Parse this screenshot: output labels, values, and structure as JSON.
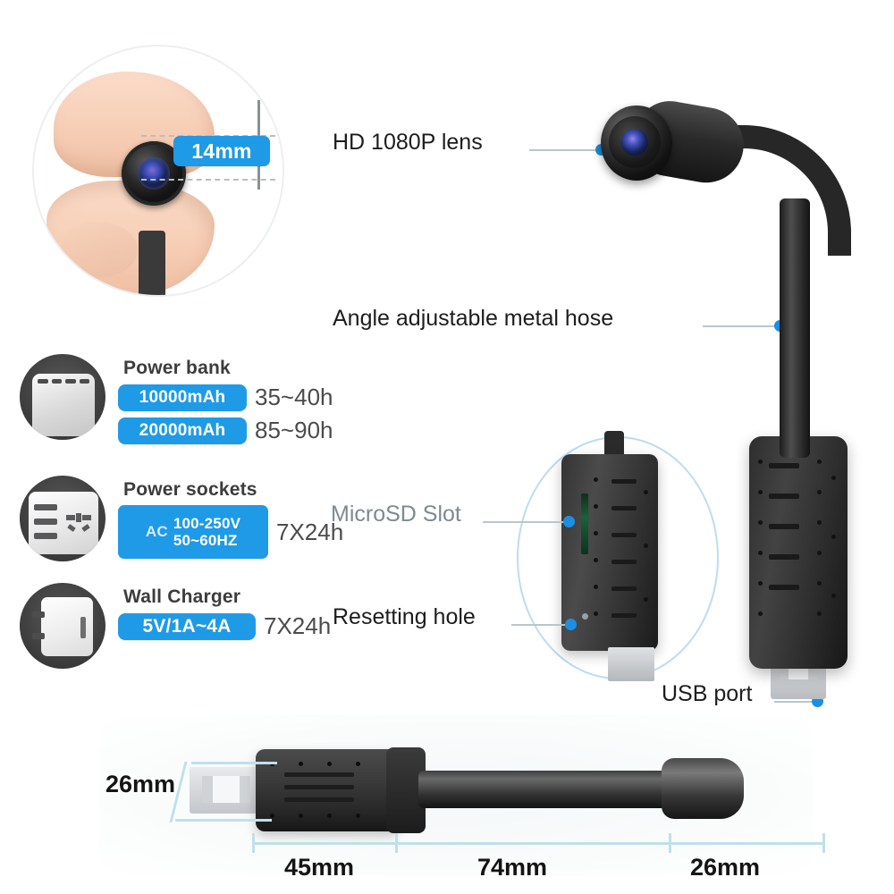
{
  "diagram": {
    "title": "Mini HD camera product feature infographic",
    "accent_blue": "#1f9ae6",
    "dot_blue": "#1b8fe3",
    "dim_line_blue": "#bfe0ea",
    "lead_line_grey": "#b9c6cc"
  },
  "magnifier": {
    "badge_label": "14mm",
    "caption_icon": "magnifier-circle"
  },
  "callouts": {
    "lens": "HD 1080P lens",
    "hose": "Angle adjustable metal hose",
    "microsd": "MicroSD Slot",
    "reset": "Resetting hole",
    "usb": "USB port"
  },
  "power_specs": [
    {
      "icon": "power-bank-icon",
      "title": "Power bank",
      "lines": [
        {
          "pill": "10000mAh",
          "duration": "35~40h"
        },
        {
          "pill": "20000mAh",
          "duration": "85~90h"
        }
      ]
    },
    {
      "icon": "power-socket-icon",
      "title": "Power sockets",
      "lines": [
        {
          "pill_prefix": "AC",
          "pill_line1": "100-250V",
          "pill_line2": "50~60HZ",
          "duration": "7X24h"
        }
      ]
    },
    {
      "icon": "wall-charger-icon",
      "title": "Wall Charger",
      "lines": [
        {
          "pill": "5V/1A~4A",
          "duration": "7X24h"
        }
      ]
    }
  ],
  "dimensions": {
    "height": "26mm",
    "body_length": "45mm",
    "hose_length": "74mm",
    "tip_length": "26mm"
  }
}
